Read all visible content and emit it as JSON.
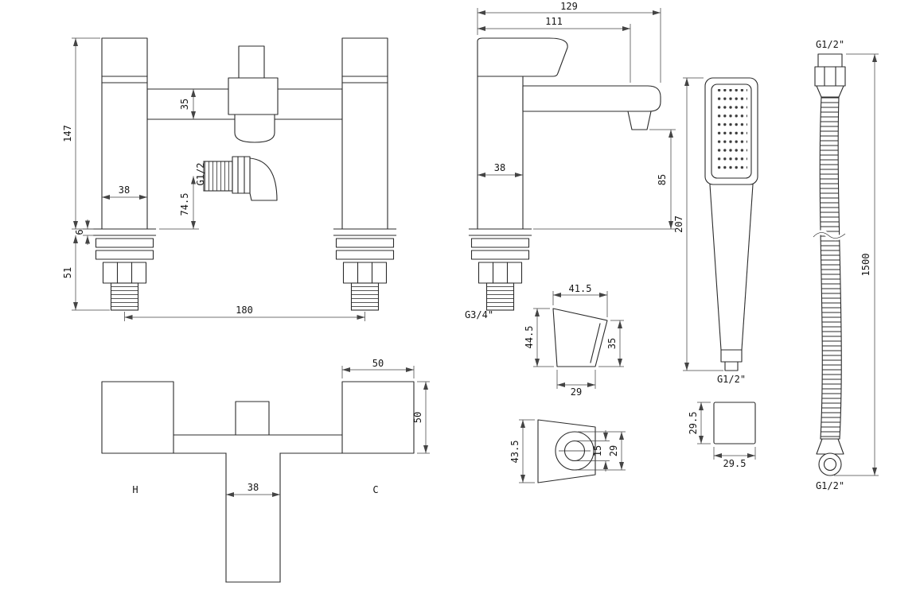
{
  "drawing": {
    "front": {
      "overall_height": "147",
      "body_height": "35",
      "outlet_height": "74.5",
      "outlet_thread": "G1/2",
      "pillar_width": "38",
      "deck_thickness": "6",
      "tail_length": "51",
      "centres": "180"
    },
    "side": {
      "overall_depth": "129",
      "spout_reach": "111",
      "body_depth": "38",
      "spout_clearance": "85",
      "tail_thread": "G3/4\""
    },
    "handset": {
      "length": "207",
      "thread": "G1/2\""
    },
    "hose": {
      "top_thread": "G1/2\"",
      "length": "1500",
      "bottom_thread": "G1/2\""
    },
    "bracket_side": {
      "top_width": "41.5",
      "back_height": "44.5",
      "front_height": "35",
      "base_width": "29"
    },
    "bracket_front": {
      "height": "43.5",
      "inner_dia": "15",
      "outer_dia": "29"
    },
    "bracket_plan": {
      "side_a": "29.5",
      "side_b": "29.5"
    },
    "plan": {
      "handle_width": "50",
      "handle_depth": "50",
      "spout_width": "38",
      "hot_label": "H",
      "cold_label": "C"
    }
  }
}
